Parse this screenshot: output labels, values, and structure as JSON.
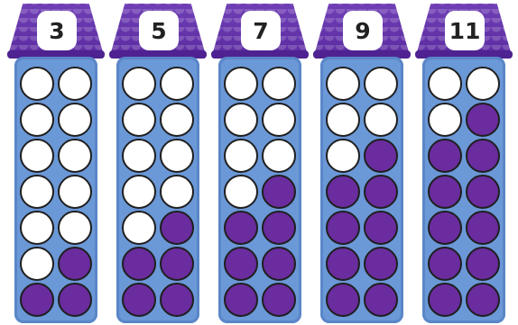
{
  "towers": [
    {
      "number": "3",
      "filled": 3
    },
    {
      "number": "5",
      "filled": 5
    },
    {
      "number": "7",
      "filled": 7
    },
    {
      "number": "9",
      "filled": 9
    },
    {
      "number": "11",
      "filled": 11
    }
  ],
  "capacity": 14,
  "colors": {
    "roof": "#5a2aa0",
    "tower_body": "#6b98d7",
    "counter_filled": "#6a2c9e",
    "counter_empty": "#ffffff",
    "counter_outline": "#1f1f1f"
  }
}
